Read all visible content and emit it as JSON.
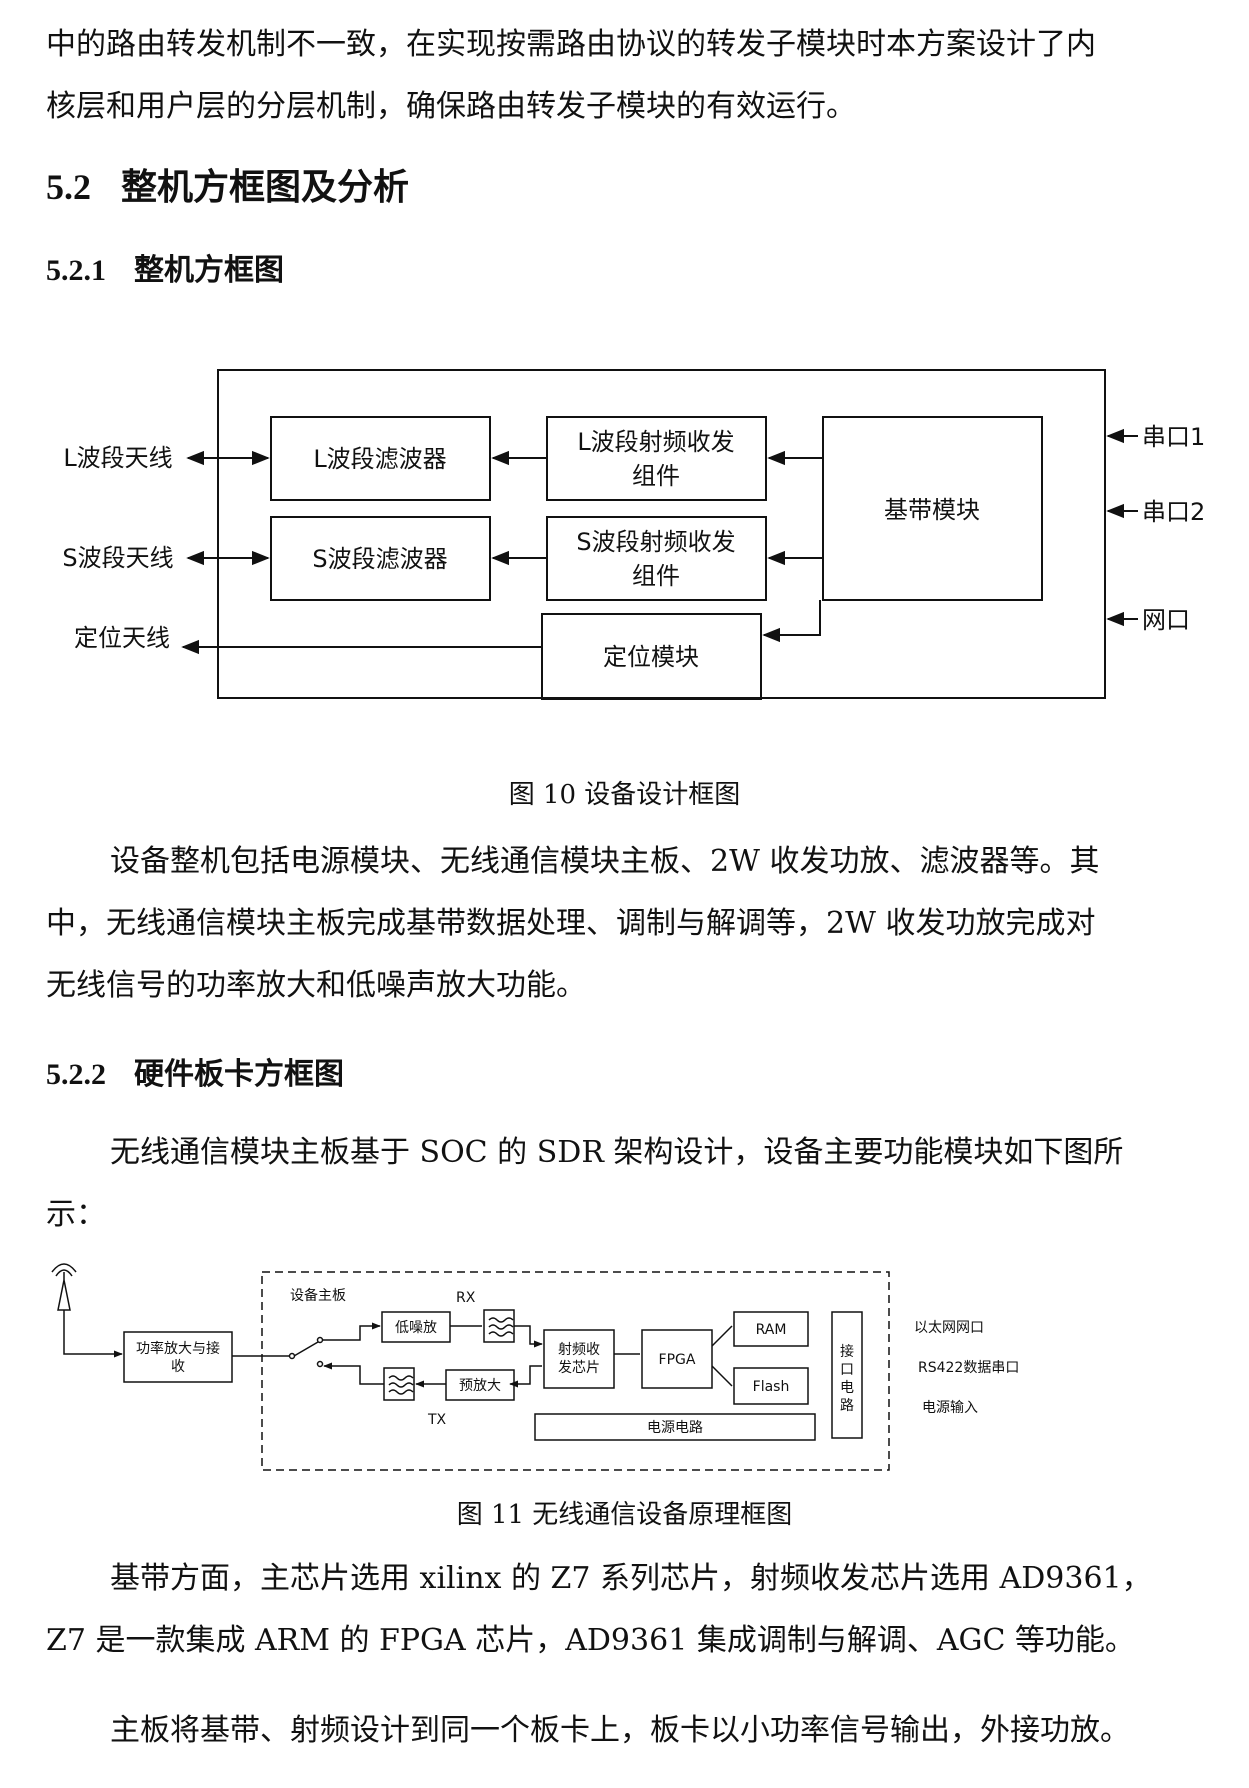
{
  "intro": {
    "line1": "中的路由转发机制不一致，在实现按需路由协议的转发子模块时本方案设计了内",
    "line2": "核层和用户层的分层机制，确保路由转发子模块的有效运行。"
  },
  "section": {
    "number": "5.2",
    "title": "整机方框图及分析"
  },
  "sub1": {
    "number": "5.2.1",
    "title": "整机方框图"
  },
  "fig10": {
    "ant_l": "L波段天线",
    "ant_s": "S波段天线",
    "ant_pos": "定位天线",
    "filter_l": "L波段滤波器",
    "filter_s": "S波段滤波器",
    "rf_l_1": "L波段射频收发",
    "rf_l_2": "组件",
    "rf_s_1": "S波段射频收发",
    "rf_s_2": "组件",
    "baseband": "基带模块",
    "positioning": "定位模块",
    "port1": "串口1",
    "port2": "串口2",
    "port3": "网口",
    "caption": "图 10  设备设计框图"
  },
  "para1": {
    "line1": "设备整机包括电源模块、无线通信模块主板、2W 收发功放、滤波器等。其",
    "line2": "中，无线通信模块主板完成基带数据处理、调制与解调等，2W 收发功放完成对",
    "line3": "无线信号的功率放大和低噪声放大功能。"
  },
  "sub2": {
    "number": "5.2.2",
    "title": "硬件板卡方框图"
  },
  "para2": {
    "line1": "无线通信模块主板基于 SOC 的 SDR 架构设计，设备主要功能模块如下图所",
    "line2": "示："
  },
  "fig11": {
    "board": "设备主板",
    "pa_1": "功率放大与接",
    "pa_2": "收",
    "rx": "RX",
    "tx": "TX",
    "lna": "低噪放",
    "pre_amp": "预放大",
    "rf_chip_1": "射频收",
    "rf_chip_2": "发芯片",
    "fpga": "FPGA",
    "ram": "RAM",
    "flash": "Flash",
    "iface_1": "接",
    "iface_2": "口",
    "iface_3": "电",
    "iface_4": "路",
    "power": "电源电路",
    "ext_eth": "以太网网口",
    "ext_rs422": "RS422数据串口",
    "ext_power": "电源输入",
    "caption": "图 11  无线通信设备原理框图"
  },
  "para3": {
    "line1": "基带方面，主芯片选用 xilinx 的 Z7 系列芯片，射频收发芯片选用 AD9361，",
    "line2": "Z7 是一款集成 ARM 的 FPGA 芯片，AD9361 集成调制与解调、AGC 等功能。"
  },
  "para4": {
    "line1": "主板将基带、射频设计到同一个板卡上，板卡以小功率信号输出，外接功放。"
  }
}
